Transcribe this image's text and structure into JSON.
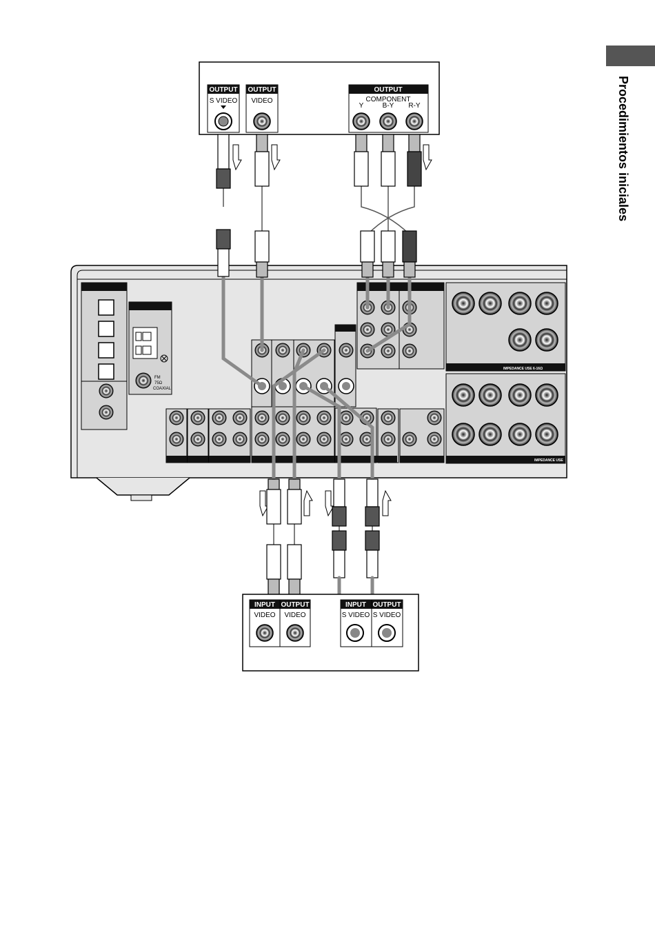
{
  "sidebar": {
    "section_title": "Procedimientos iniciales"
  },
  "source_device": {
    "jacks": [
      {
        "header": "OUTPUT",
        "label": "S VIDEO"
      },
      {
        "header": "OUTPUT",
        "label": "VIDEO"
      }
    ],
    "component": {
      "header": "OUTPUT",
      "label": "COMPONENT",
      "sub_labels": [
        "Y",
        "B-Y",
        "R-Y"
      ]
    }
  },
  "receiver": {
    "fm_label_1": "FM",
    "fm_label_2": "75Ω",
    "fm_label_3": "COAXIAL",
    "impedance_label_1": "IMPEDANCE USE 6-16Ω",
    "impedance_label_2": "IMPEDANCE USE"
  },
  "recorder_device": {
    "groups": [
      {
        "header_in": "INPUT",
        "header_out": "OUTPUT",
        "label_in": "VIDEO",
        "label_out": "VIDEO"
      },
      {
        "header_in": "INPUT",
        "header_out": "OUTPUT",
        "label_in": "S VIDEO",
        "label_out": "S VIDEO"
      }
    ]
  },
  "colors": {
    "cable": "#8a8a8a",
    "panel": "#d4d4d4",
    "dark": "#111111",
    "tab": "#555555"
  }
}
